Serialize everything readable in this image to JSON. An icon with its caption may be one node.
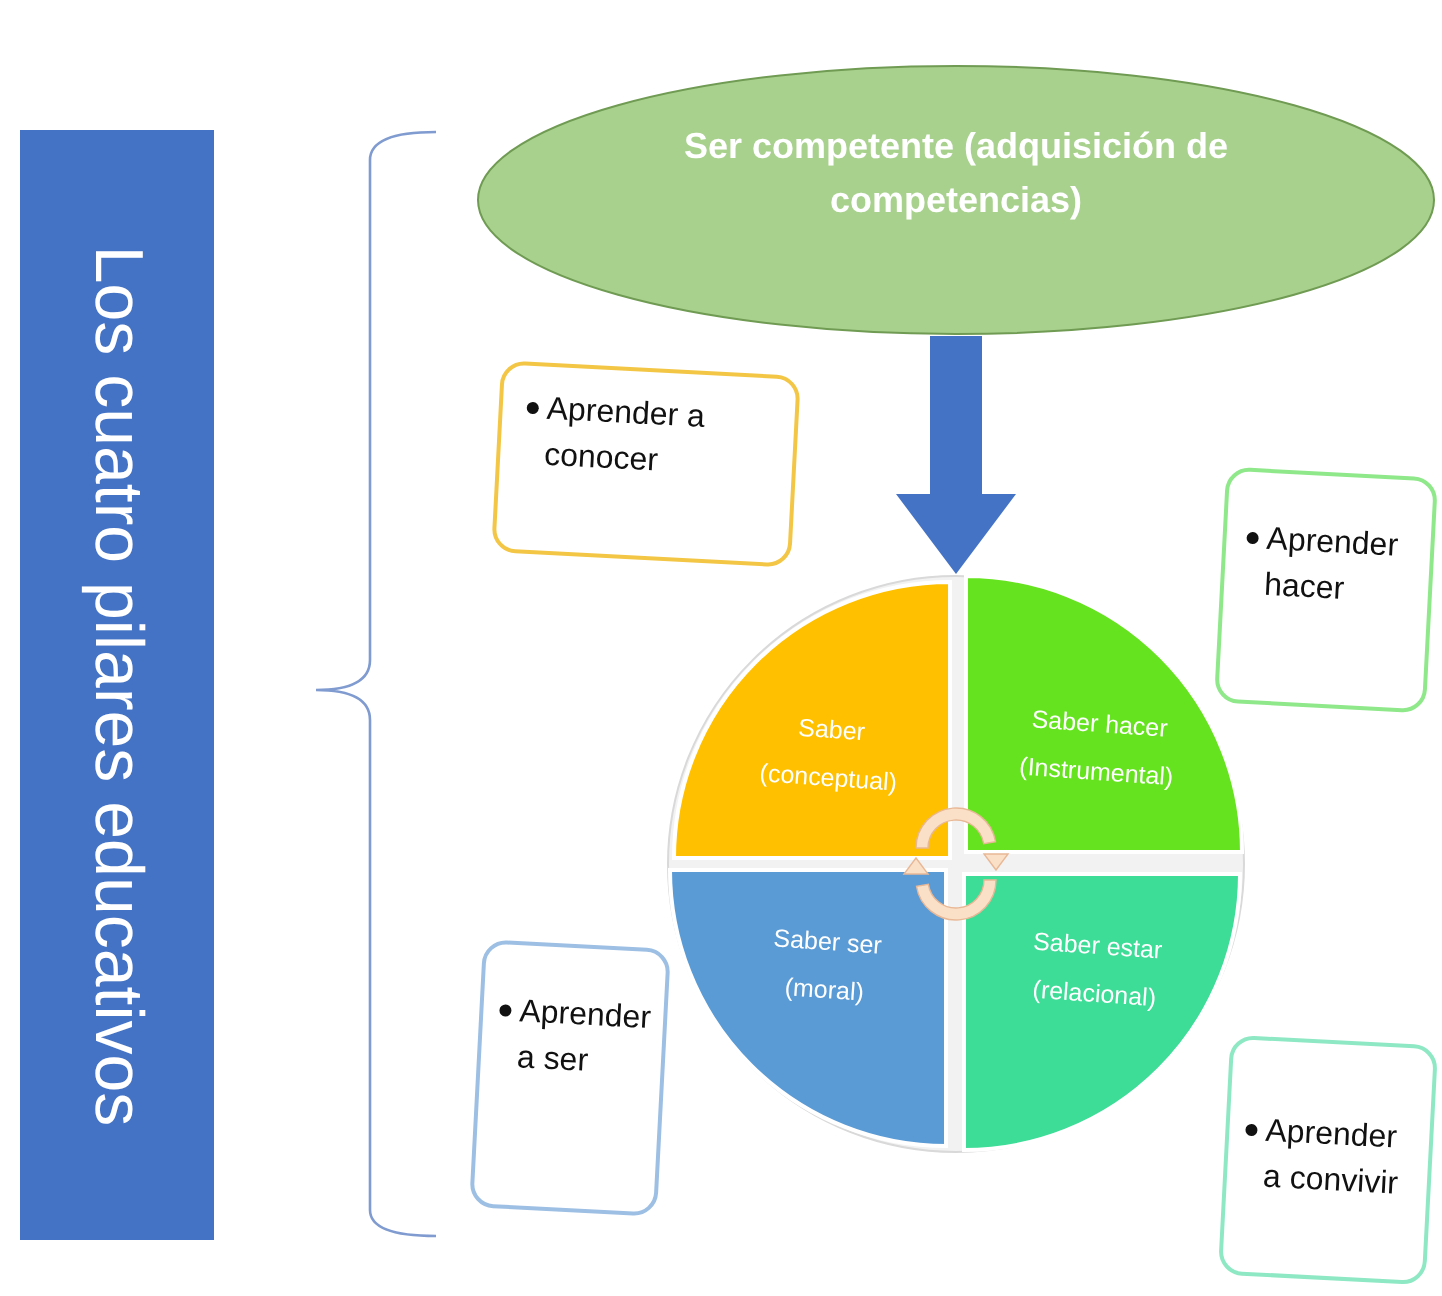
{
  "diagram": {
    "nodes": [
      {
        "text": [
          "Los cuatro pilares educativos"
        ]
      },
      {
        "text": [
          "Ser competente (adquisición de competencias)"
        ]
      },
      {
        "text": [
          "Aprender a conocer"
        ]
      },
      {
        "text": [
          "Aprender hacer"
        ]
      },
      {
        "text": [
          "Aprender a ser"
        ]
      },
      {
        "text": [
          "Aprender a convivir"
        ]
      },
      {
        "text": [],
        "shape": "circle"
      },
      {
        "text": [
          "Saber (conceptual)"
        ],
        "in": 6
      },
      {
        "text": [
          "Saber hacer (Instrumental)"
        ],
        "in": 6
      },
      {
        "text": [
          "Saber ser (moral)"
        ],
        "in": 6
      },
      {
        "text": [
          "Saber estar (relacional)"
        ],
        "in": 6
      }
    ],
    "edges": [
      {
        "from": 1,
        "to": 6,
        "arrow": "to",
        "color": "#4472c4"
      }
    ]
  }
}
